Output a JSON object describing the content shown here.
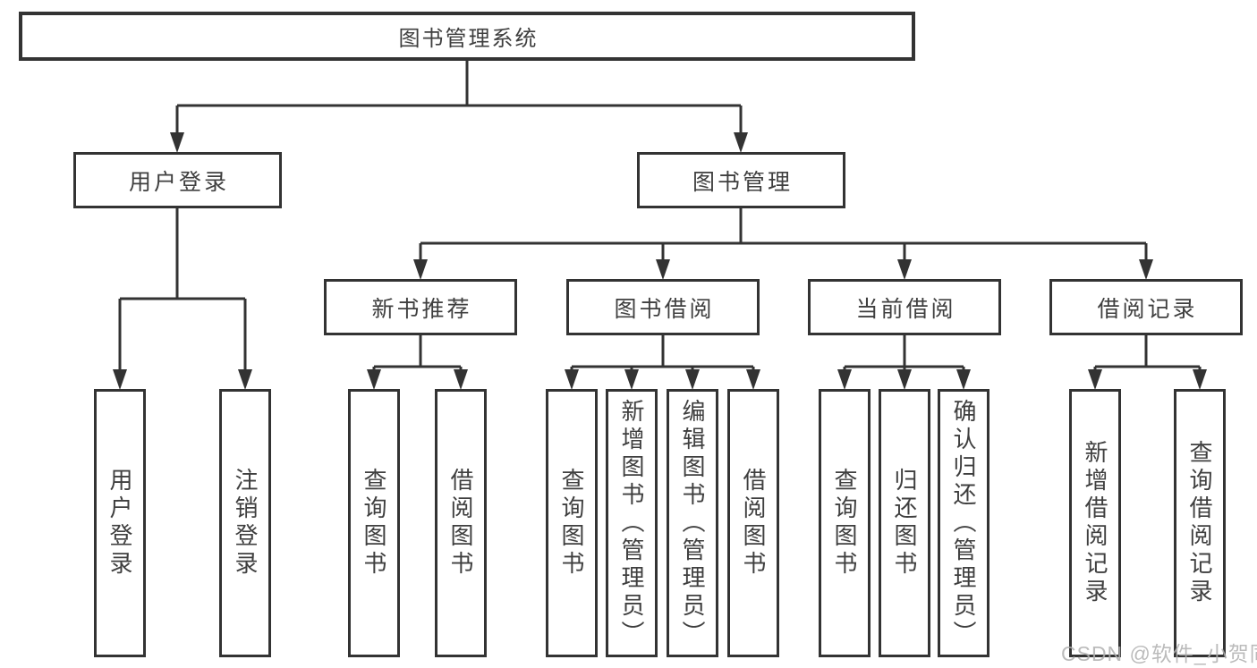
{
  "diagram": {
    "title": "图书管理系统",
    "level2": [
      {
        "label": "用户登录",
        "leaves": [
          "用户登录",
          "注销登录"
        ]
      },
      {
        "label": "图书管理",
        "level3": [
          {
            "label": "新书推荐",
            "leaves": [
              "查询图书",
              "借阅图书"
            ]
          },
          {
            "label": "图书借阅",
            "leaves": [
              "查询图书",
              "新增图书（管理员）",
              "编辑图书（管理员）",
              "借阅图书"
            ]
          },
          {
            "label": "当前借阅",
            "leaves": [
              "查询图书",
              "归还图书",
              "确认归还（管理员）"
            ]
          },
          {
            "label": "借阅记录",
            "leaves": [
              "新增借阅记录",
              "查询借阅记录"
            ]
          }
        ]
      }
    ]
  },
  "watermark": "CSDN @软件_小贺同学",
  "colors": {
    "line": "#333333",
    "text": "#3f3f3f",
    "watermark": "#b0b0b0",
    "background": "#ffffff"
  }
}
